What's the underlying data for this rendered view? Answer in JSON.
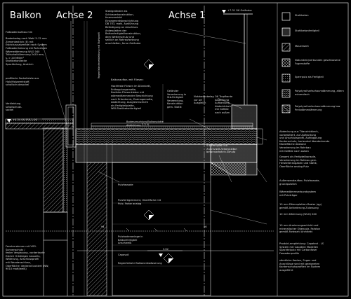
{
  "drawing": {
    "title_left": "Balkon",
    "axis_2": "Achse 2",
    "axis_1": "Achse 1",
    "level_top": "+7.31 OK Geländer",
    "level_mid": "+4.34 OK FFB 2.OG",
    "dim_left": "94",
    "dim_right": "96",
    "level_bottom": "3.62",
    "level_right": "2.3 %"
  },
  "legend": [
    {
      "label": "Stahlbeton",
      "icon": "solid-outline"
    },
    {
      "label": "Stahlbetonfertigteil",
      "icon": "dense-dots"
    },
    {
      "label": "Mauerwerk",
      "icon": "hatch"
    },
    {
      "label": "Naturstein/verbunden geschlossene Fugenstoffe",
      "icon": "cross-hatch"
    },
    {
      "label": "Sperrputz als Fertigteil",
      "icon": "sparse-dots"
    },
    {
      "label": "Polystyrolhartschaumdämmung, altern mineralisch",
      "icon": "wave"
    },
    {
      "label": "Polystyrolhartschaumdämmung low Preisdämmdämmung",
      "icon": "wave-dense"
    }
  ],
  "notes": {
    "left_1": "Fußbodenaufbau mm\n\nBodenbelag nach Wahl 5-12 mm\nZementestrich (E) mit\nEstrichzusatzmittel nach System\nFußbodenheizung mit Rohrzügen\nWärmedämmung WLG 040\nTrittschalldämmung 2x20 mm,\n     s. > 20 MN/m³\nStahlbetondecke\nSpachtelung, Anstrich",
    "left_2": "profilierte Sockelleiste aus\nHolz/Holzwerkstoff,\nschallschutzsockel",
    "left_3": "Verkleidung\nschallschutz-\nsockel",
    "left_4": "Fensterrahmen mit VSG-\nSonnenschutz /\nfester Verglasung, vorderkante\nEstrich Ortsfolgen bauseits,\nWitterung, Anschlussprofil\nmit Wandanschluss,\nOberfläche: deckend lackiert (NW,\n9010 matt/weiß)",
    "top_mid": "Stahlgeländer als\nSchlosserkonstruktion,\nfeuerverzinkt\nEinsegmentsbeschichtung\nDB 703, matt. Ausführung\nBefestigung an Anschluss\nAnkerplatten der\nBalkonfertigteilkonstruktion,\ndem Wetterschutz und\nseitlich an Rohraufsetzung\nanschließen, ferne Geländer",
    "vertical": "Regenfallrohrverkleidung mit Stahlprofil",
    "balcony": "Balkonaufbau mit Fliesen:\n\nHochfeste Fliesen im Dünnbett,\nEntkopplungsmatte,\nflexibles Fliesenkleber mit\nwärmedämmender Beschichtung\nnach Erfordernis, Drainagematte,\nAbdichtung, Ausgleichschicht\nals Fertigteilplatte,\nWKI-Stahlbetonfertigteil",
    "gelaender": "Geländer\nVerankerung in\nStb-Fertigteil\nVerwendung,\nKonstruktion\ngem. Statik",
    "nut": "Nutzbetonbelag\nvor ort\nAusgleich",
    "ok": "OK Tropfkante\nAbdeckung\nAufkantung Abdeckblech\nmit Gefälle\nnach außen",
    "stb": "Stb-Fertigteil mit\nAnschweiß-Ankerplatten\nbetonwerkstein-Schutz",
    "dm": "Bodenanschluss/Balkonplatte\nAbdichtung",
    "mid_1": "Putzfassade",
    "mid_2": "Putzfertigelement, Oberfläche mit\nPutz, Farbe analog",
    "mid_3": "Putzbodenanlage in\nBalkonfertigteil\nAnschweiß",
    "mid_4": "Capavoll",
    "mid_5": "Regenfallrohr Balkonentwässerung",
    "right_1": "Abdeckung aus Titanzinkblech,\nvorbewittert, auf Aufkantung\nund Anschlussprofil, Aufdopplung\nKantenschutz, horizontal überdeckende\nModelfläche Abstand\nVerankerung im Rohrbau\nmit Gefälle nach außen",
    "right_2": "Gesamt als Fertigteilkonsole,\nVerankerung im Rohbau gem.\nHerstellerangaben und Statik,\nOberfläche analog Putz",
    "right_3": "Außenwandaufbau Putzfassade,\ngrundputzlich",
    "right_4": "Wärmedämmverbundsystem\nmit Putzträger",
    "right_5": "10 mm     Dämmplatten-Raster (qg)\ngemäß Anforderung Zulassung\n\n10 mm  Dämmung (WLG) 040",
    "right_6": "10 mm   Armierungsschicht und\nmineralischer Oberputz, Farbton\ngemäß Farbwahl Architekt",
    "right_7": "Produkt-empfehlung: Capatect - LS\nSystem mit Capatect Modellen\nSpachtelputz mit Carbonfaser\nFassadenprofile",
    "right_8": "sämtliche Kanten, Fugen und\nAnschlüsse sind mit geeigneten\nKantenschutzprofilen im System\nausgeführt"
  }
}
